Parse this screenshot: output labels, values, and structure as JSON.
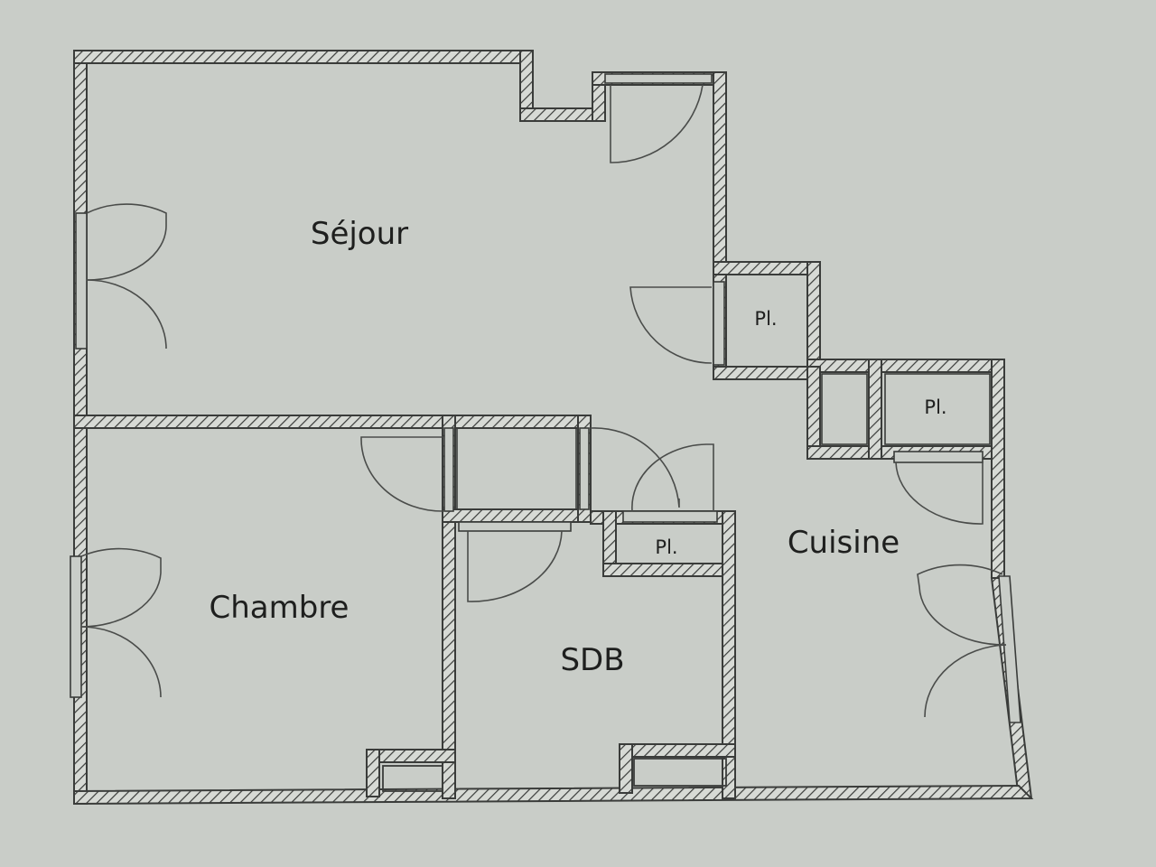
{
  "rooms": {
    "sejour": "Séjour",
    "chambre": "Chambre",
    "sdb": "SDB",
    "cuisine": "Cuisine"
  },
  "closets": {
    "sejour": "Pl.",
    "cuisine": "Pl.",
    "sdb": "Pl."
  },
  "colors": {
    "paper": "#c9cdc8",
    "ink": "#3a3c3a",
    "text": "#1e1f1e"
  }
}
